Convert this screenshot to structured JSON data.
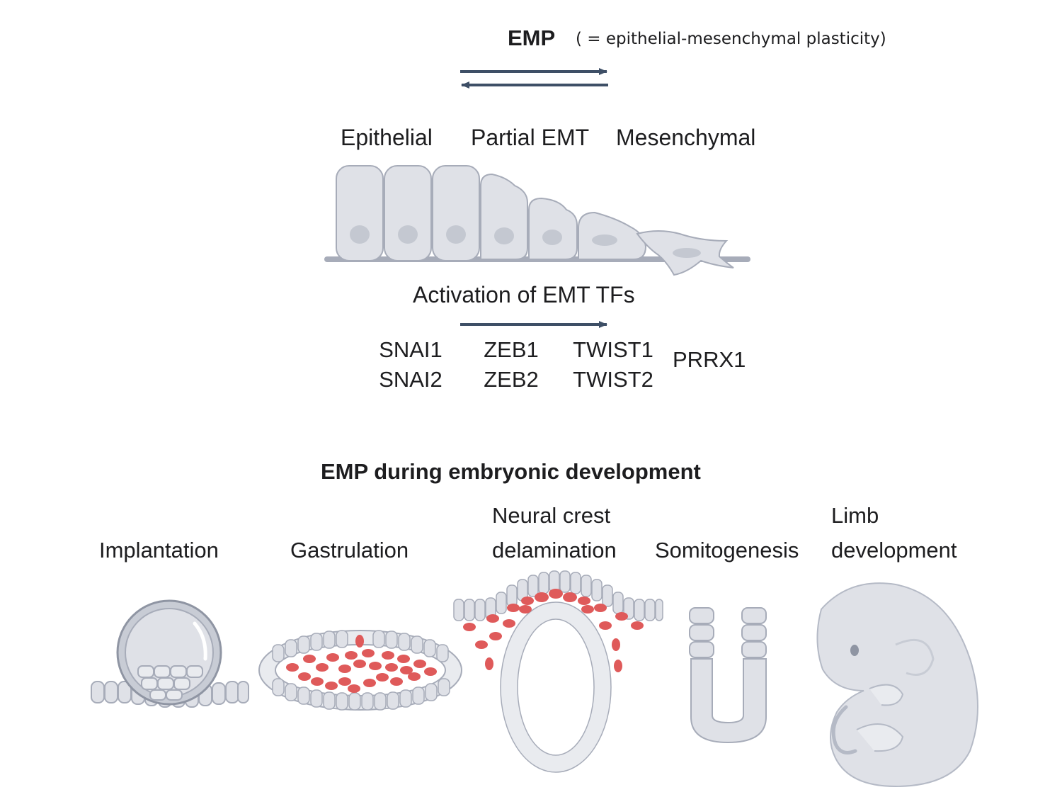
{
  "header": {
    "title": "EMP",
    "definition": "( = epithelial-mesenchymal plasticity)"
  },
  "states": {
    "epithelial": "Epithelial",
    "partial": "Partial EMT",
    "mesenchymal": "Mesenchymal"
  },
  "activation_label": "Activation of EMT TFs",
  "transcription_factors": {
    "snai": [
      "SNAI1",
      "SNAI2"
    ],
    "zeb": [
      "ZEB1",
      "ZEB2"
    ],
    "twist": [
      "TWIST1",
      "TWIST2"
    ],
    "prrx": "PRRX1"
  },
  "development": {
    "title": "EMP during embryonic development",
    "stages": {
      "implantation": "Implantation",
      "gastrulation": "Gastrulation",
      "neural_crest": [
        "Neural crest",
        "delamination"
      ],
      "somitogenesis": "Somitogenesis",
      "limb": [
        "Limb",
        "development"
      ]
    }
  },
  "colors": {
    "arrow": "#3e4f66",
    "cell_fill": "#dfe1e7",
    "cell_stroke": "#a7acb9",
    "nucleus": "#c4c8d1",
    "red_cell": "#df5a5a",
    "text": "#1d1d1f"
  }
}
